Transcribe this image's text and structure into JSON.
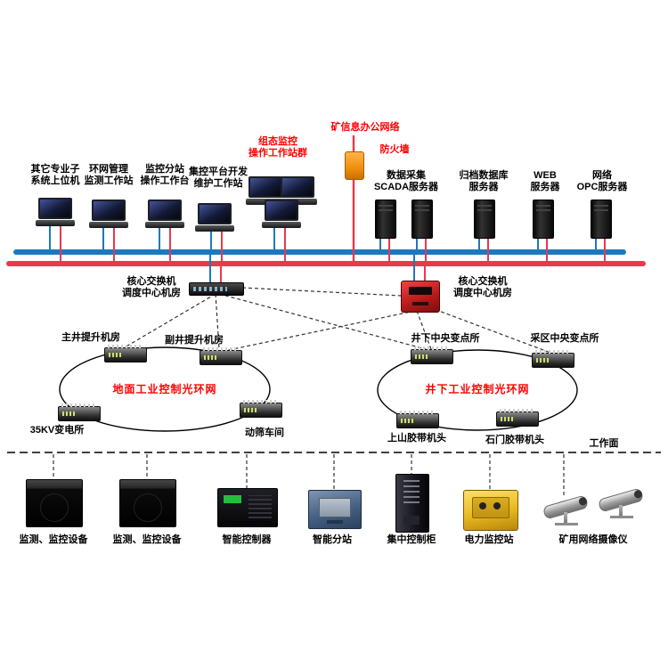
{
  "colors": {
    "bus_blue": "#1b79c0",
    "bus_red": "#e8394d",
    "label_red": "#ff0000",
    "firewall_orange": "#ef8e0e",
    "flameproof_red": "#c01f1f",
    "power_station_yellow": "#e9b820",
    "substation_blue": "#456082"
  },
  "workstations": [
    {
      "label": "其它专业子\n系统上位机"
    },
    {
      "label": "环网管理\n监测工作站"
    },
    {
      "label": "监控分站\n操作工作台"
    },
    {
      "label": "集控平台开发\n维护工作站"
    }
  ],
  "cluster": {
    "label": "组态监控\n操作工作站群"
  },
  "office_network": {
    "label": "矿信息办公网络"
  },
  "firewall": {
    "label": "防火墙"
  },
  "servers": [
    {
      "label": "数据采集\nSCADA服务器"
    },
    {
      "label": "归档数据库\n服务器"
    },
    {
      "label": "WEB\n服务器"
    },
    {
      "label": "网络\nOPC服务器"
    }
  ],
  "core_switches": [
    {
      "label": "核心交换机\n调度中心机房"
    },
    {
      "label": "核心交换机\n调度中心机房"
    }
  ],
  "surface_ring": {
    "title": "地面工业控制光环网",
    "nodes": [
      "主井提升机房",
      "副井提升机房",
      "35KV变电所",
      "动筛车间"
    ]
  },
  "underground_ring": {
    "title": "井下工业控制光环网",
    "nodes": [
      "井下中央变点所",
      "采区中央变点所",
      "上山胶带机头",
      "石门胶带机头"
    ]
  },
  "working_face": {
    "label": "工作面",
    "devices": [
      "监测、监控设备",
      "监测、监控设备",
      "智能控制器",
      "智能分站",
      "集中控制柜",
      "电力监控站",
      "矿用网络摄像仪"
    ]
  }
}
